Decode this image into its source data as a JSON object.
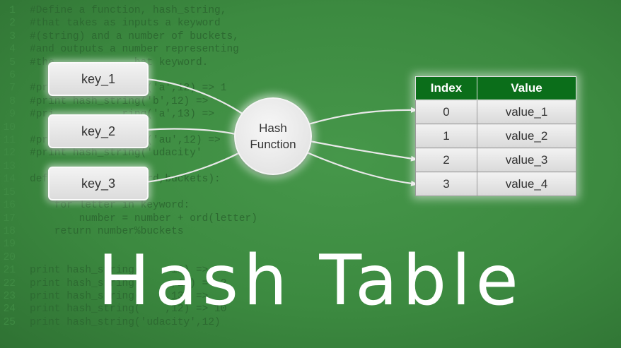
{
  "code_lines": [
    {
      "n": "1",
      "text": "#Define a function, hash_string,"
    },
    {
      "n": "2",
      "text": "#that takes as inputs a keyword"
    },
    {
      "n": "3",
      "text": "#(string) and a number of buckets,"
    },
    {
      "n": "4",
      "text": "#and outputs a number representing"
    },
    {
      "n": "5",
      "text": "#the             hat keyword."
    },
    {
      "n": "6",
      "text": ""
    },
    {
      "n": "7",
      "text": "#pri           ring('a',12) => 1"
    },
    {
      "n": "8",
      "text": "#print hash_string('b',12) =>  "
    },
    {
      "n": "9",
      "text": "#pri           ring('a',13) =>  "
    },
    {
      "n": "10",
      "text": ""
    },
    {
      "n": "11",
      "text": "#pri           ring('au',12) => "
    },
    {
      "n": "12",
      "text": "#print hash_string('udacity'  "
    },
    {
      "n": "13",
      "text": ""
    },
    {
      "n": "14",
      "text": "def             yword,buckets):"
    },
    {
      "n": "15",
      "text": ""
    },
    {
      "n": "16",
      "text": "    for letter in keyword:"
    },
    {
      "n": "17",
      "text": "        number = number + ord(letter)"
    },
    {
      "n": "18",
      "text": "    return number%buckets"
    },
    {
      "n": "19",
      "text": ""
    },
    {
      "n": "20",
      "text": ""
    },
    {
      "n": "21",
      "text": "print hash_string(     12) =>  "
    },
    {
      "n": "22",
      "text": "print hash_string(     ,12) => 2"
    },
    {
      "n": "23",
      "text": "print hash_string(    ,13) =>  "
    },
    {
      "n": "24",
      "text": "print hash_string(    ,12) => 10"
    },
    {
      "n": "25",
      "text": "print hash_string('udacity',12)"
    }
  ],
  "keys": [
    "key_1",
    "key_2",
    "key_3"
  ],
  "hash_function": {
    "line1": "Hash",
    "line2": "Function"
  },
  "table": {
    "headers": {
      "index": "Index",
      "value": "Value"
    },
    "rows": [
      {
        "index": "0",
        "value": "value_1"
      },
      {
        "index": "1",
        "value": "value_2"
      },
      {
        "index": "2",
        "value": "value_3"
      },
      {
        "index": "3",
        "value": "value_4"
      }
    ]
  },
  "title": "Hash Table",
  "colors": {
    "background": "#3e8c42",
    "code_text": "#2d6a31",
    "table_header": "#0b6e1a",
    "box_fill": "#e6e6e6",
    "arrow": "#e8e8e8",
    "title": "#ffffff"
  }
}
